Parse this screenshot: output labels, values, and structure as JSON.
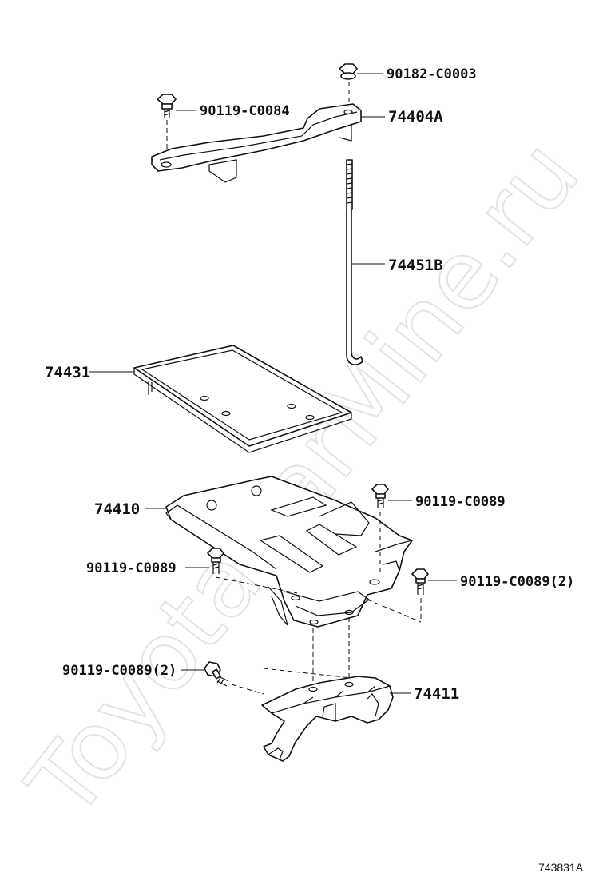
{
  "watermark": "ToyotaCarMine.ru",
  "reference_code": "743831A",
  "labels": {
    "nut_top": "90182-C0003",
    "bolt_clamp": "90119-C0084",
    "clamp": "74404A",
    "rod": "74451B",
    "tray": "74431",
    "carrier": "74410",
    "bolt_right": "90119-C0089",
    "bolt_left": "90119-C0089",
    "bolt_right2": "90119-C0089(2)",
    "bolt_bottom": "90119-C0089(2)",
    "bracket": "74411"
  }
}
